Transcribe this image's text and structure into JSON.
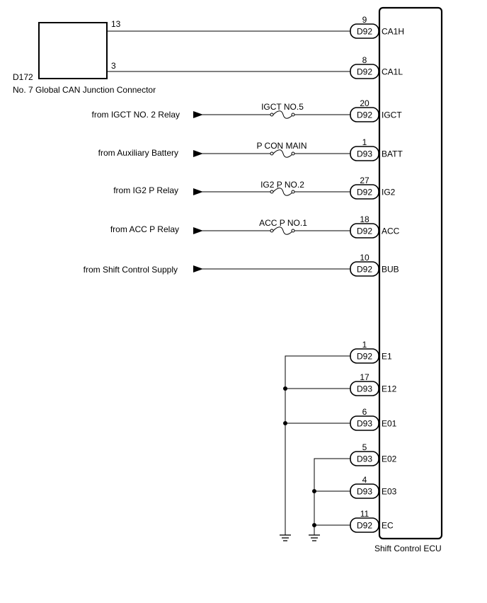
{
  "junction": {
    "code": "D172",
    "name": "No. 7 Global CAN Junction Connector",
    "pin_top": "13",
    "pin_bottom": "3"
  },
  "ecu": {
    "name": "Shift Control ECU"
  },
  "pins": [
    {
      "num": "9",
      "conn": "D92",
      "name": "CA1H"
    },
    {
      "num": "8",
      "conn": "D92",
      "name": "CA1L"
    },
    {
      "num": "20",
      "conn": "D92",
      "name": "IGCT"
    },
    {
      "num": "1",
      "conn": "D93",
      "name": "BATT"
    },
    {
      "num": "27",
      "conn": "D92",
      "name": "IG2"
    },
    {
      "num": "18",
      "conn": "D92",
      "name": "ACC"
    },
    {
      "num": "10",
      "conn": "D92",
      "name": "BUB"
    },
    {
      "num": "1",
      "conn": "D92",
      "name": "E1"
    },
    {
      "num": "17",
      "conn": "D93",
      "name": "E12"
    },
    {
      "num": "6",
      "conn": "D93",
      "name": "E01"
    },
    {
      "num": "5",
      "conn": "D93",
      "name": "E02"
    },
    {
      "num": "4",
      "conn": "D93",
      "name": "E03"
    },
    {
      "num": "11",
      "conn": "D92",
      "name": "EC"
    }
  ],
  "sources": [
    {
      "label": "from IGCT NO. 2 Relay",
      "fuse": "IGCT NO.5"
    },
    {
      "label": "from Auxiliary Battery",
      "fuse": "P CON MAIN"
    },
    {
      "label": "from IG2 P Relay",
      "fuse": "IG2 P NO.2"
    },
    {
      "label": "from ACC P Relay",
      "fuse": "ACC P NO.1"
    },
    {
      "label": "from Shift Control Supply",
      "fuse": ""
    }
  ]
}
